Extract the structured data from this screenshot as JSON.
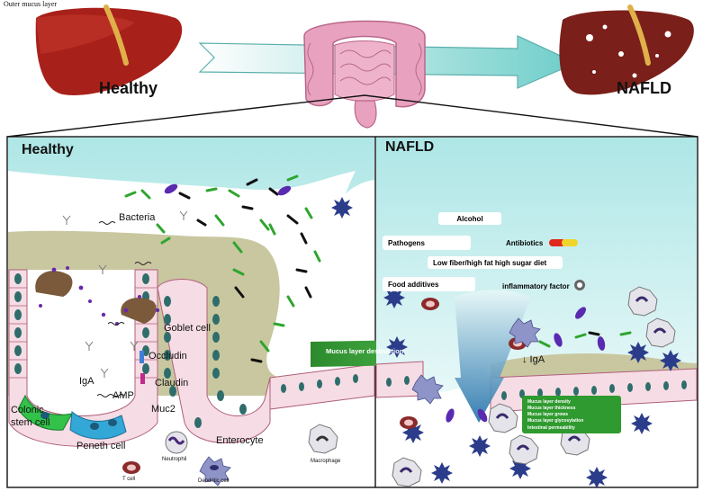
{
  "header": {
    "corner_text": "Outer mucus layer",
    "healthy_label": "Healthy",
    "nafld_label": "NAFLD"
  },
  "left_panel": {
    "title": "Healthy",
    "labels": {
      "bacteria": "Bacteria",
      "goblet_cell": "Goblet cell",
      "occludin": "Occludin",
      "claudin": "Claudin",
      "iga": "IgA",
      "amp": "AMP",
      "muc2": "Muc2",
      "colonic_stem_cell": "Colonic\nstem cell",
      "paneth_cell": "Peneth cell",
      "enterocyte": "Enterocyte",
      "neutrophil": "Neutrophil",
      "t_cell": "T cell",
      "dendritic_cell": "Dendritic cell",
      "macrophage": "Macrophage"
    }
  },
  "transition_arrow_label": "Mucus layer destruction",
  "right_panel": {
    "title": "NAFLD",
    "factors": {
      "alcohol": "Alcohol",
      "pathogens": "Pathogens",
      "antibiotics": "Antibiotics",
      "diet": "Low fiber/high fat high sugar diet",
      "food_additives": "Food additives",
      "inflammatory_factor": "inflammatory factor"
    },
    "iga_label": "↓ IgA",
    "effects": [
      "Mucus layer density",
      "Mucus layer thickness",
      "Mucus layer grows",
      "Mucus layer glycosylation",
      "Intestinal permeability"
    ]
  },
  "colors": {
    "lumen": "#c9eeee",
    "mucus": "#c8c7a0",
    "liver_healthy": "#a8201a",
    "liver_nafld": "#7a1f1a",
    "arrow": "#5fc9c4",
    "green_label": "#2f9a2f",
    "dark_blue_arrow": "#1f6fa8",
    "cell_pink": "#f6dce4",
    "nucleus": "#2e6d6b"
  }
}
